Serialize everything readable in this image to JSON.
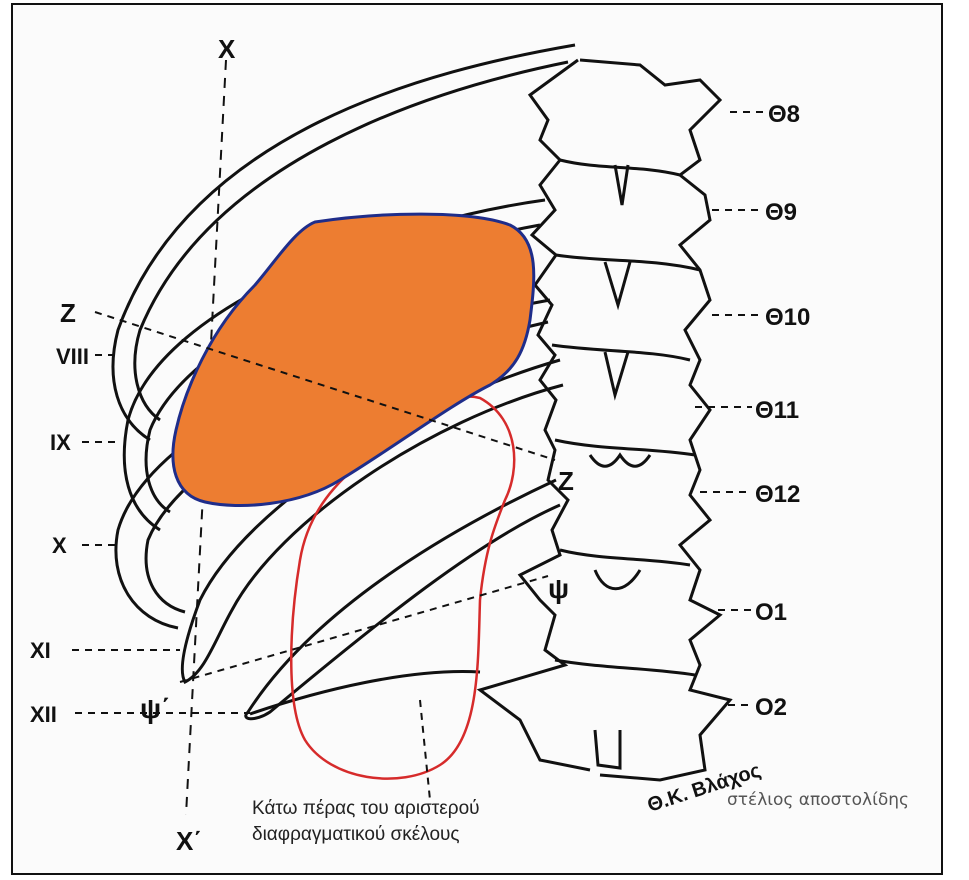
{
  "axis": {
    "top_label": "X",
    "bottom_label": "X΄"
  },
  "ribs_left": [
    {
      "id": "VIII",
      "label": "VIII"
    },
    {
      "id": "IX",
      "label": "IX"
    },
    {
      "id": "X",
      "label": "X"
    },
    {
      "id": "XI",
      "label": "XI"
    },
    {
      "id": "XII",
      "label": "XII"
    }
  ],
  "vertebrae_right": [
    {
      "id": "T8",
      "label": "Θ8"
    },
    {
      "id": "T9",
      "label": "Θ9"
    },
    {
      "id": "T10",
      "label": "Θ10"
    },
    {
      "id": "T11",
      "label": "Θ11"
    },
    {
      "id": "T12",
      "label": "Θ12"
    },
    {
      "id": "L1",
      "label": "Ο1"
    },
    {
      "id": "L2",
      "label": "Ο2"
    }
  ],
  "markers": {
    "z_left": "Z",
    "z_right": "Z",
    "psi_left": "ψ΄",
    "psi_right": "ψ"
  },
  "signature": "Θ.Κ. Βλάχος",
  "caption": {
    "line1": "Κάτω πέρας του αριστερού",
    "line2": "διαφραγματικού σκέλους"
  },
  "credit": "στέλιος αποστολίδης",
  "colors": {
    "spleen_fill": "#ED7D31",
    "spleen_outline": "#1F2D8A",
    "kidney_outline": "#D62B2B",
    "ink": "#111111"
  }
}
